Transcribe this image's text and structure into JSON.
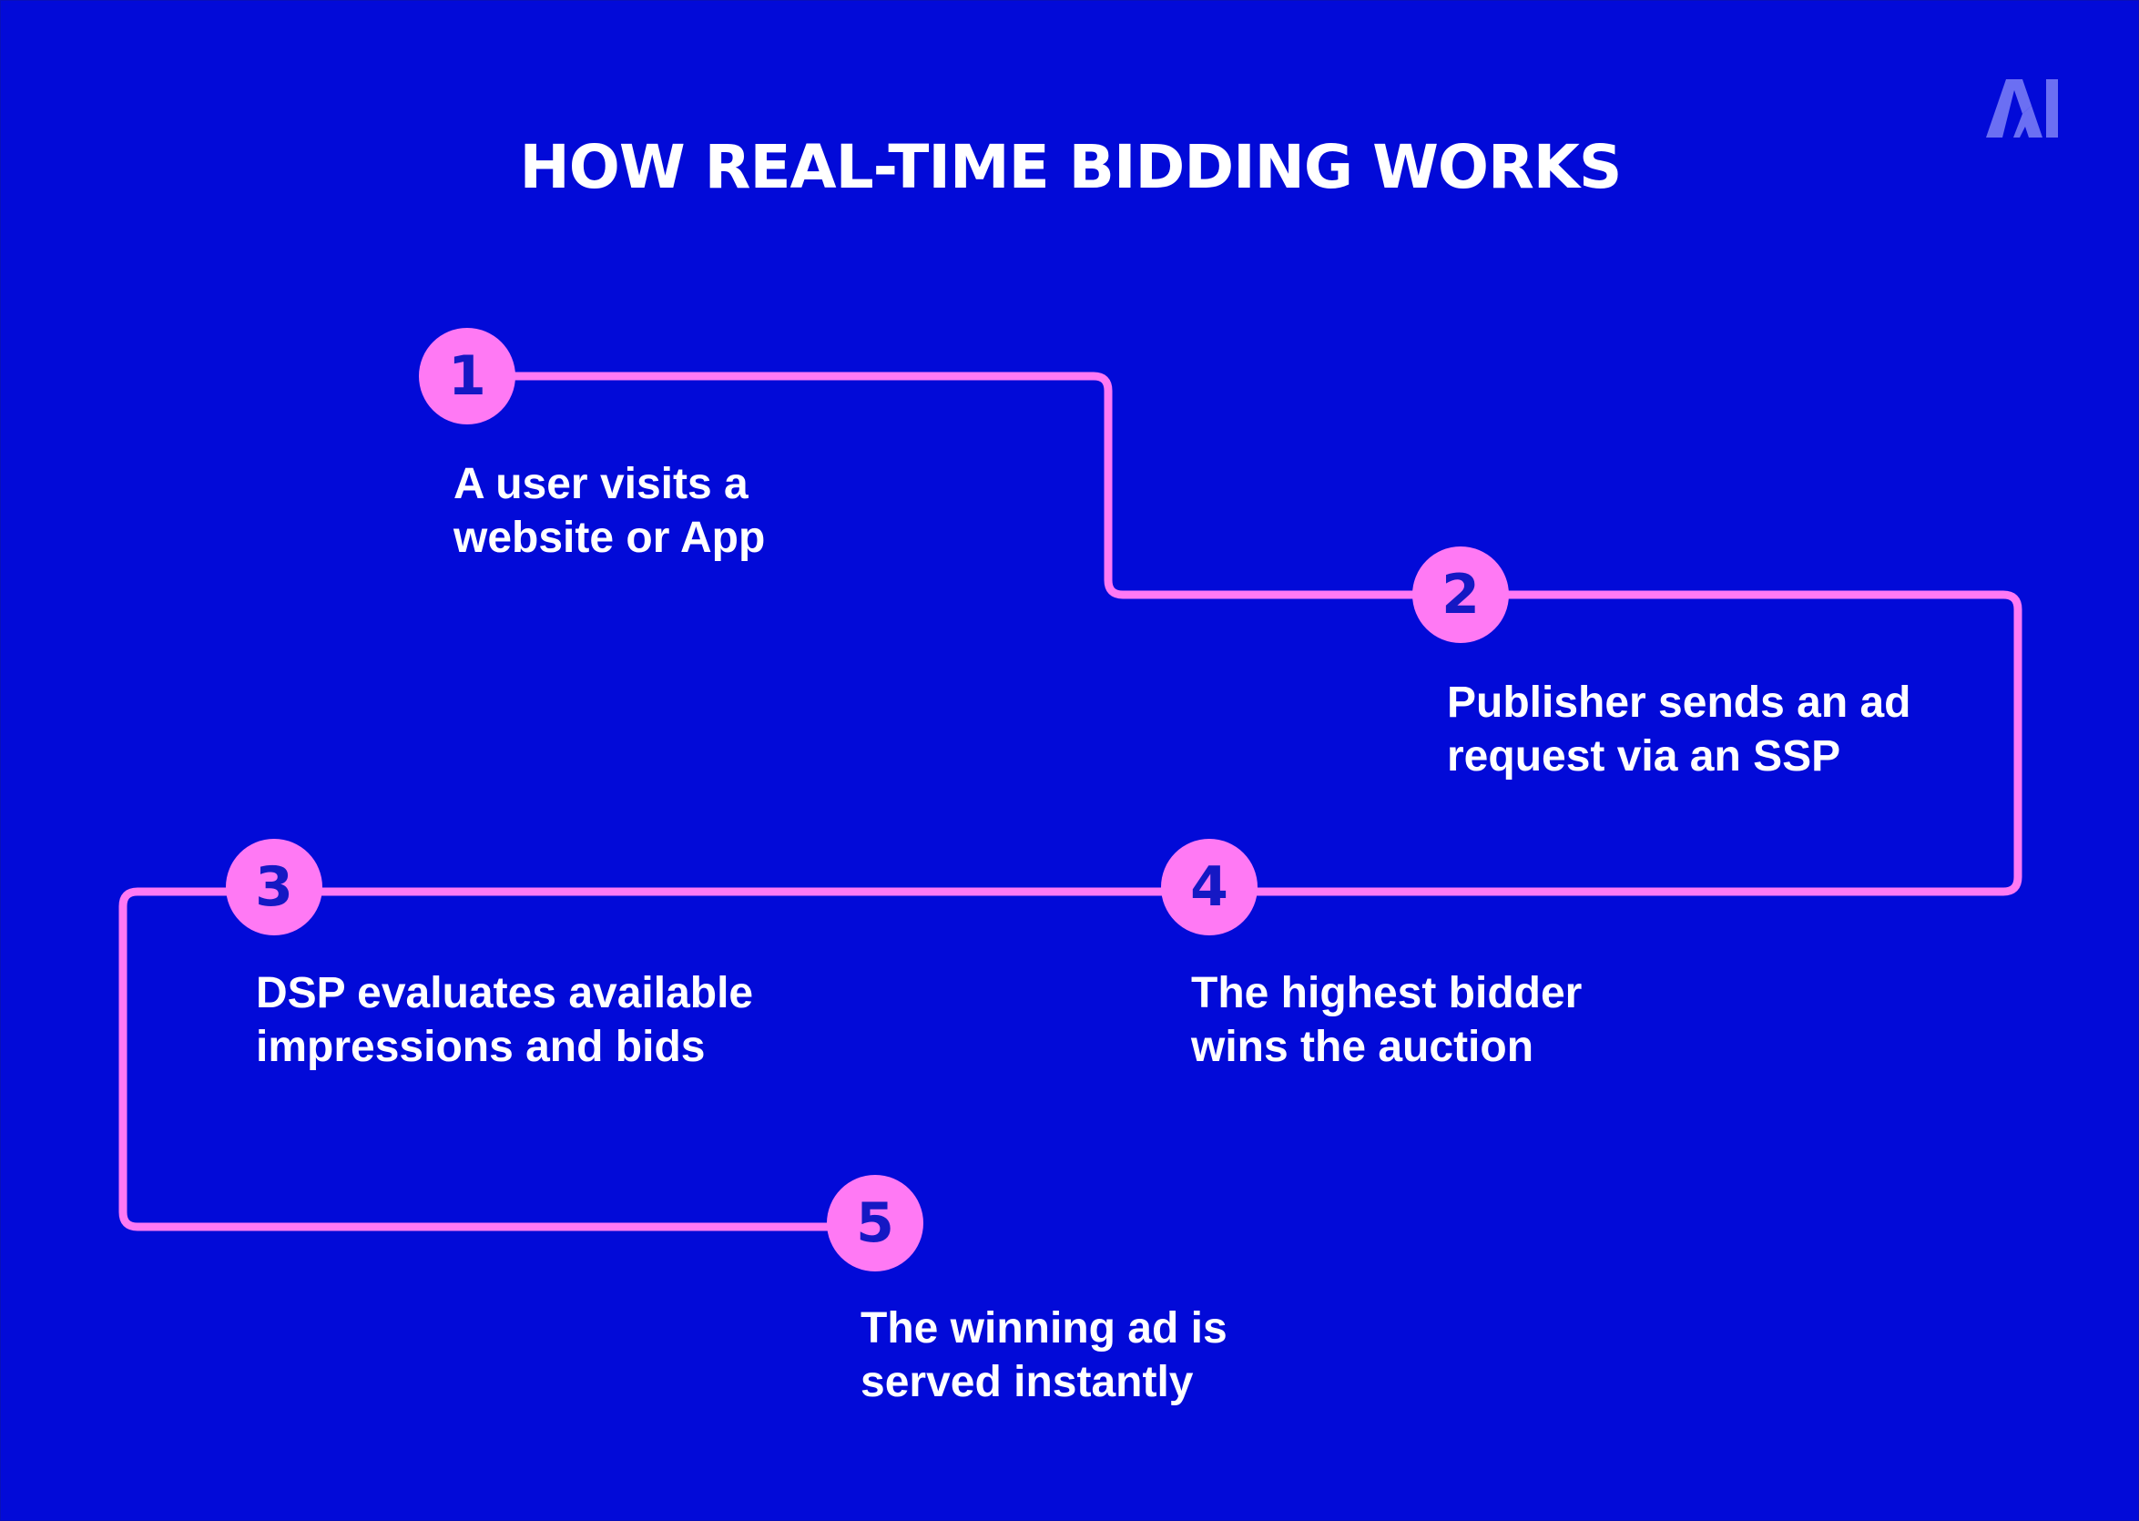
{
  "title": "HOW REAL-TIME BIDDING WORKS",
  "logo": {
    "text": "AI",
    "color": "#6b6ff3"
  },
  "colors": {
    "background": "#020ad8",
    "connector": "#ff79f4",
    "circle": "#ff79f4",
    "number": "#1518c4",
    "text": "#ffffff"
  },
  "steps": [
    {
      "number": "1",
      "lines": [
        "A user visits a",
        "website or App"
      ]
    },
    {
      "number": "2",
      "lines": [
        "Publisher sends an ad",
        "request via an SSP"
      ]
    },
    {
      "number": "3",
      "lines": [
        "DSP evaluates available",
        "impressions and bids"
      ]
    },
    {
      "number": "4",
      "lines": [
        "The highest bidder",
        "wins the auction"
      ]
    },
    {
      "number": "5",
      "lines": [
        "The winning ad is",
        "served instantly"
      ]
    }
  ]
}
